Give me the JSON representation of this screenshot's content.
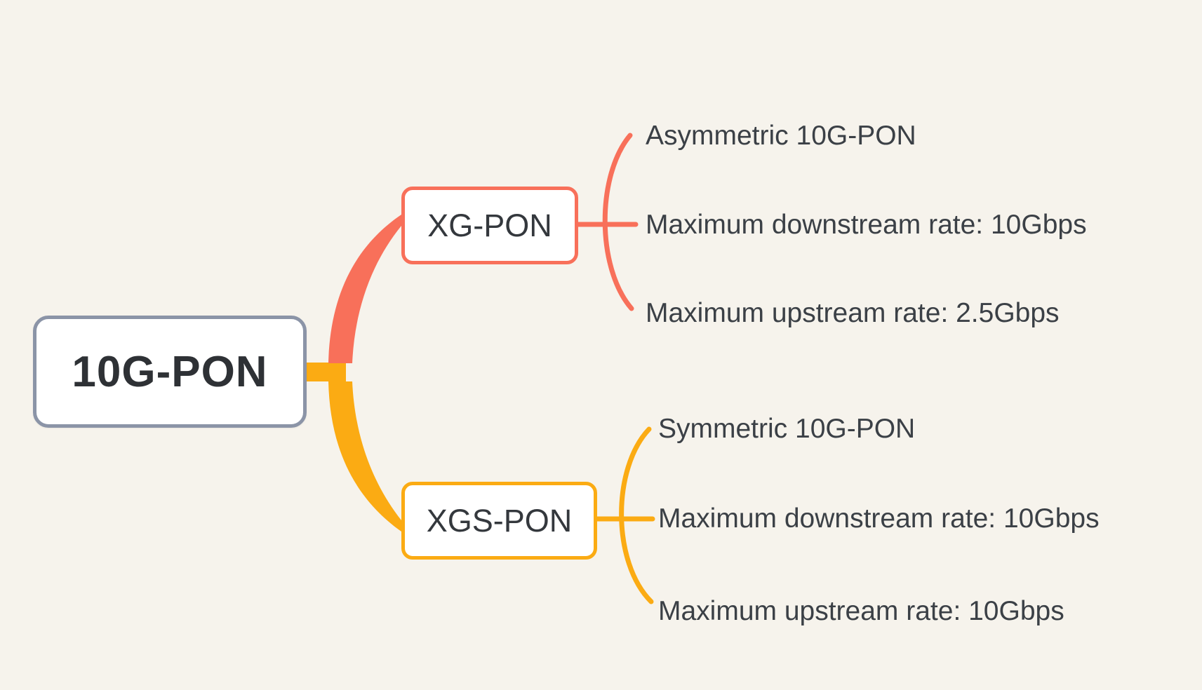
{
  "colors": {
    "background": "#f6f3ec",
    "branch1": "#f8705a",
    "branch2": "#fbab13",
    "root-border": "#8b94a7",
    "node-bg": "#ffffff",
    "root-text": "#2e3135",
    "node-text": "#34383d",
    "leaf-text": "#3b4046"
  },
  "mindmap": {
    "root": {
      "label": "10G-PON"
    },
    "branches": [
      {
        "label": "XG-PON",
        "color": "#f8705a",
        "leaves": [
          "Asymmetric 10G-PON",
          "Maximum downstream rate: 10Gbps",
          "Maximum upstream rate: 2.5Gbps"
        ]
      },
      {
        "label": "XGS-PON",
        "color": "#fbab13",
        "leaves": [
          "Symmetric 10G-PON",
          "Maximum downstream rate: 10Gbps",
          "Maximum upstream rate: 10Gbps"
        ]
      }
    ]
  }
}
